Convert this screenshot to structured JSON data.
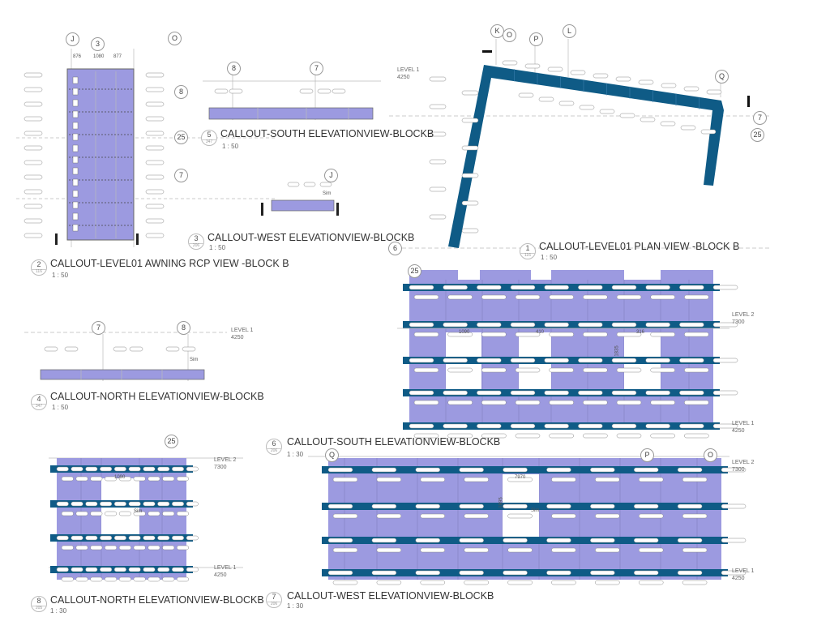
{
  "colors": {
    "panel": "#9c9ae0",
    "band": "#0f5b86",
    "line": "#bbbbbb"
  },
  "views": [
    {
      "id": "v2",
      "number": "2",
      "sheet": "116",
      "title": "CALLOUT-LEVEL01 AWNING RCP VIEW -BLOCK B",
      "scale": "1 : 50"
    },
    {
      "id": "v5",
      "number": "5",
      "sheet": "347",
      "title": "CALLOUT-SOUTH ELEVATIONVIEW-BLOCKB",
      "scale": "1 : 50"
    },
    {
      "id": "v3",
      "number": "3",
      "sheet": "206",
      "title": "CALLOUT-WEST ELEVATIONVIEW-BLOCKB",
      "scale": "1 : 50"
    },
    {
      "id": "v1",
      "number": "1",
      "sheet": "116",
      "title": "CALLOUT-LEVEL01 PLAN VIEW -BLOCK B",
      "scale": "1 : 50"
    },
    {
      "id": "v4",
      "number": "4",
      "sheet": "347",
      "title": "CALLOUT-NORTH ELEVATIONVIEW-BLOCKB",
      "scale": "1 : 50"
    },
    {
      "id": "v6",
      "number": "6",
      "sheet": "206",
      "title": "CALLOUT-SOUTH ELEVATIONVIEW-BLOCKB",
      "scale": "1 : 30"
    },
    {
      "id": "v8",
      "number": "8",
      "sheet": "205",
      "title": "CALLOUT-NORTH ELEVATIONVIEW-BLOCKB",
      "scale": "1 : 30"
    },
    {
      "id": "v7",
      "number": "7",
      "sheet": "206",
      "title": "CALLOUT-WEST ELEVATIONVIEW-BLOCKB",
      "scale": "1 : 30"
    }
  ],
  "grid_bubbles": [
    "J",
    "O",
    "8",
    "25",
    "7",
    "3",
    "8",
    "7",
    "J",
    "K",
    "O",
    "P",
    "L",
    "Q",
    "7",
    "25",
    "6",
    "7",
    "8",
    "25",
    "25",
    "Q",
    "P",
    "O"
  ],
  "levels": {
    "level1": {
      "name": "LEVEL 1",
      "elev": "4250"
    },
    "level2": {
      "name": "LEVEL 2",
      "elev": "7300"
    }
  },
  "dims": {
    "d1080": "1080",
    "d876": "876",
    "d877": "877",
    "d1090": "1090",
    "d410": "410",
    "d316": "316",
    "d1835": "1835",
    "d7970": "7970",
    "d1895": "1895",
    "sim": "Sim"
  }
}
